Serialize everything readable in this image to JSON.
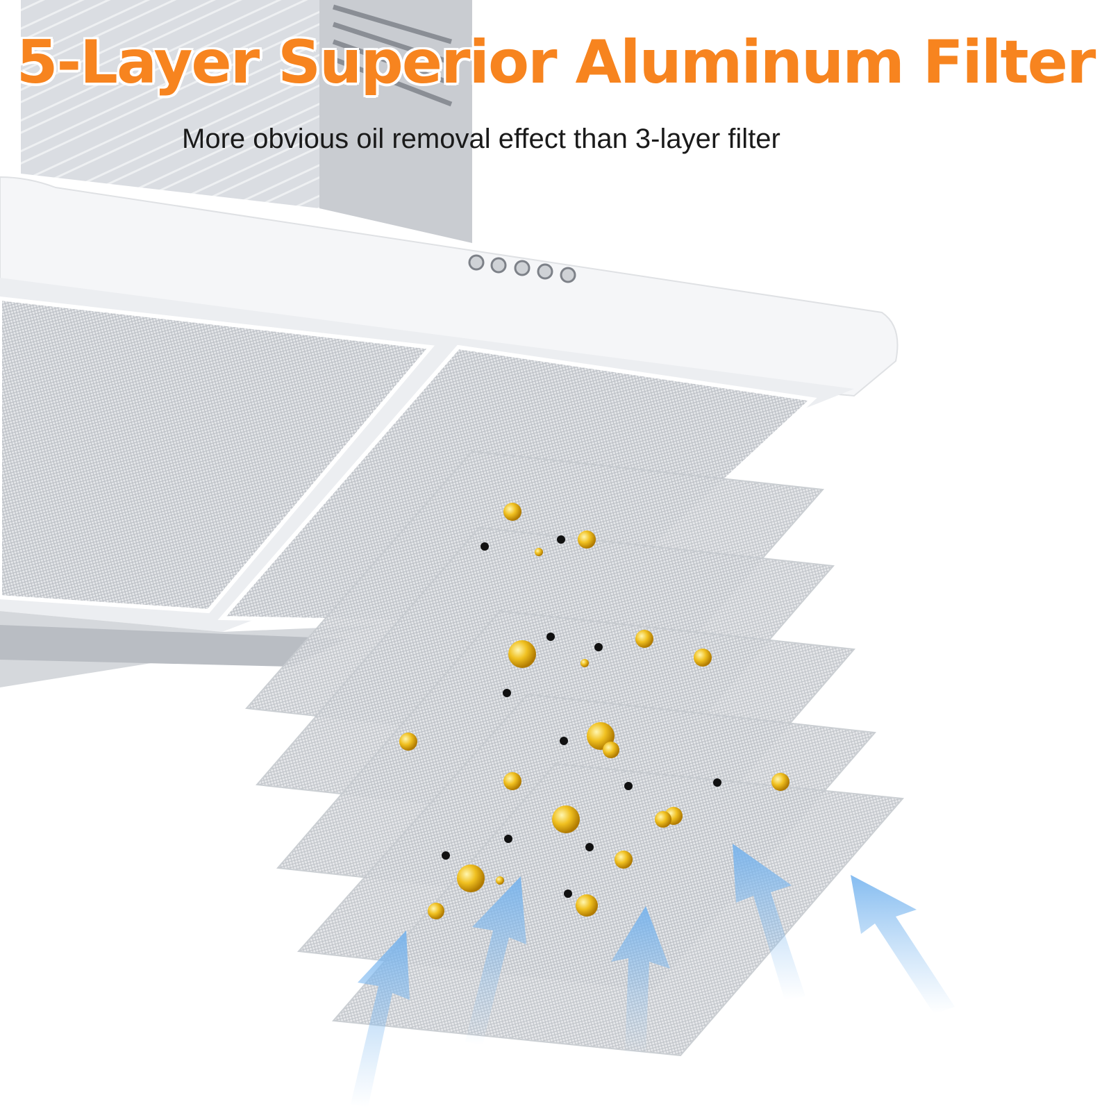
{
  "headline": "5-Layer Superior Aluminum Filter",
  "subheadline": "More obvious oil removal effect than 3-layer filter",
  "colors": {
    "accent": "#f7841f",
    "oil_particle": "#e6b21c",
    "dirt_particle": "#111111",
    "airflow": "#8fc3f2"
  },
  "illustration": {
    "layers": 5,
    "icons": [
      "range-hood",
      "mesh-filter-layer",
      "oil-droplet",
      "dirt-particle",
      "airflow-arrow"
    ]
  }
}
